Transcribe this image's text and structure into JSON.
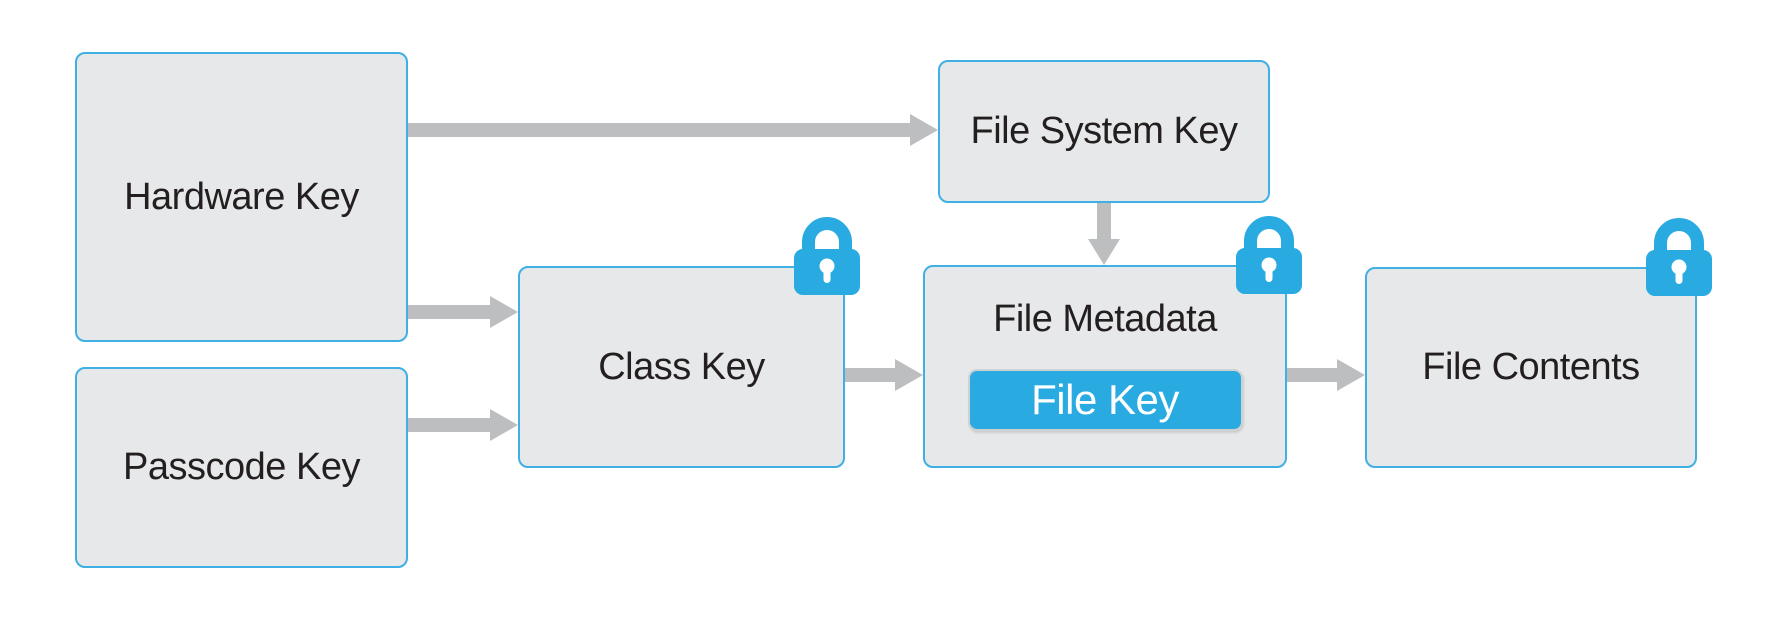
{
  "diagram": {
    "title_implicit": "Data protection key hierarchy",
    "nodes": {
      "hardware_key": {
        "label": "Hardware Key"
      },
      "passcode_key": {
        "label": "Passcode Key"
      },
      "file_system_key": {
        "label": "File System Key"
      },
      "class_key": {
        "label": "Class Key",
        "lock_icon": "lock-icon"
      },
      "file_metadata": {
        "label": "File Metadata",
        "file_key_label": "File Key",
        "lock_icon": "lock-icon"
      },
      "file_contents": {
        "label": "File Contents",
        "lock_icon": "lock-icon"
      }
    },
    "edges": [
      {
        "from": "hardware_key",
        "to": "file_system_key"
      },
      {
        "from": "hardware_key",
        "to": "class_key"
      },
      {
        "from": "passcode_key",
        "to": "class_key"
      },
      {
        "from": "class_key",
        "to": "file_metadata"
      },
      {
        "from": "file_system_key",
        "to": "file_metadata"
      },
      {
        "from": "file_metadata",
        "to": "file_contents"
      }
    ],
    "colors": {
      "node_fill": "#e7e8e9",
      "node_border": "#3fafe4",
      "lock_blue": "#29abe2",
      "lock_keyhole": "#ffffff",
      "arrow_gray": "#bcbec0",
      "file_key_fill": "#29abe2",
      "file_key_text": "#ffffff",
      "label_text": "#231f20"
    }
  }
}
